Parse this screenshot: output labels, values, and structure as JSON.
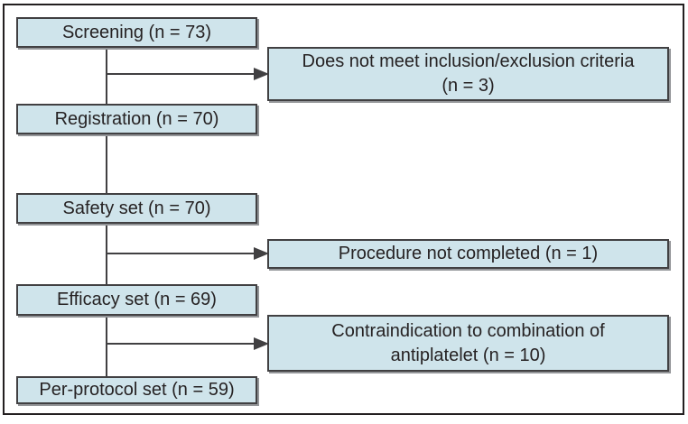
{
  "diagram": {
    "type": "patient-flow-chart",
    "main_boxes": [
      {
        "label": "Screening (n = 73)",
        "n": 73
      },
      {
        "label": "Registration (n = 70)",
        "n": 70
      },
      {
        "label": "Safety set (n = 70)",
        "n": 70
      },
      {
        "label": "Efficacy set (n = 69)",
        "n": 69
      },
      {
        "label": "Per-protocol set (n = 59)",
        "n": 59
      }
    ],
    "exclusion_boxes": [
      {
        "line1": "Does not meet inclusion/exclusion criteria",
        "line2": "(n = 3)",
        "n": 3,
        "from": "Screening",
        "to": "Registration"
      },
      {
        "line1": "Procedure not completed (n = 1)",
        "line2": "",
        "n": 1,
        "from": "Safety set",
        "to": "Efficacy set"
      },
      {
        "line1": "Contraindication to combination of",
        "line2": "antiplatelet (n = 10)",
        "n": 10,
        "from": "Efficacy set",
        "to": "Per-protocol set"
      }
    ]
  },
  "colors": {
    "box_fill": "#cfe4eb",
    "box_border": "#414042",
    "line": "#414042",
    "shadow": "#939598",
    "frame": "#231f20",
    "text": "#262223"
  }
}
